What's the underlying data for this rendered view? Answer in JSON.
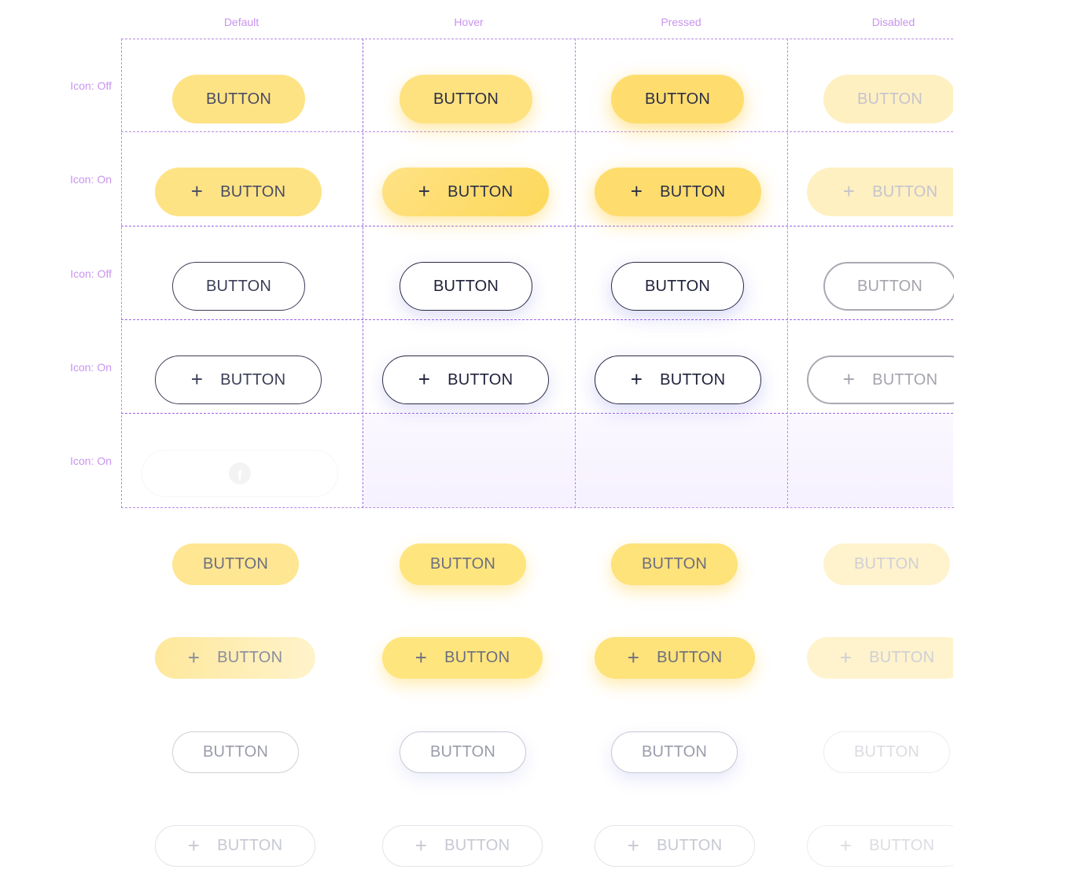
{
  "columns": [
    "Default",
    "Hover",
    "Pressed",
    "Disabled"
  ],
  "row_labels": [
    "Icon: Off",
    "Icon: On",
    "Icon: Off",
    "Icon: On",
    "Icon: On"
  ],
  "button_label": "BUTTON",
  "plus_icon": "+",
  "facebook_icon": "f",
  "colors": {
    "label_purple": "#c894ef",
    "grid_dashed": "#b48be6",
    "filled_yellow": "#fee385",
    "outline_dark": "#3b3e57"
  }
}
